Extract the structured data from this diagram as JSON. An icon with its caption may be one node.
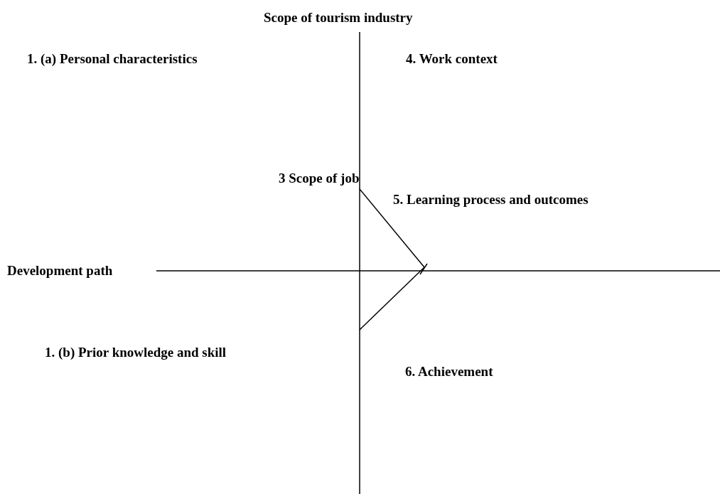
{
  "diagram": {
    "labels": [
      "Scope of tourism industry",
      "1. (a) Personal characteristics",
      "4. Work context",
      "3 Scope of job",
      "5. Learning process and outcomes",
      "Development path",
      "1. (b) Prior knowledge and skill",
      "6. Achievement"
    ]
  }
}
